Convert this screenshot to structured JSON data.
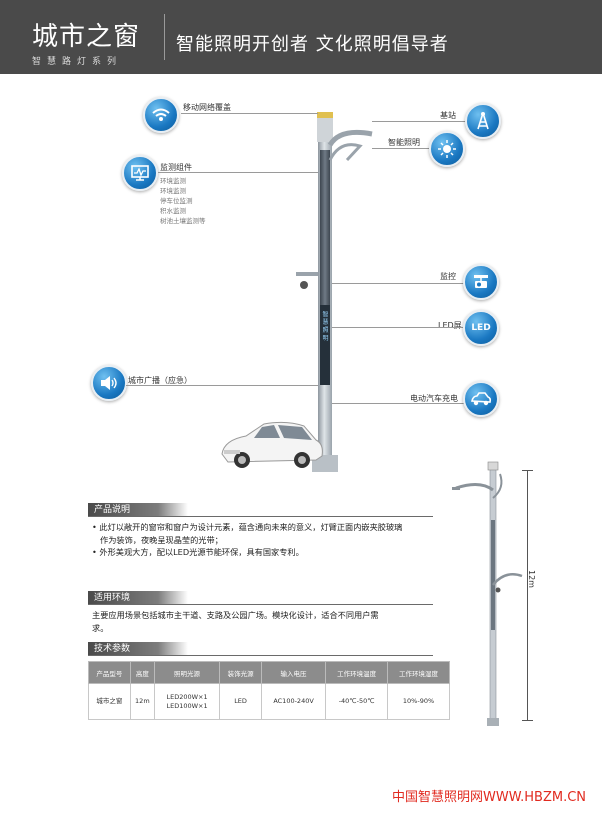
{
  "header": {
    "brand": "城市之窗",
    "series": "智慧路灯系列",
    "slogan": "智能照明开创者 文化照明倡导者"
  },
  "features": {
    "mobile": {
      "label": "移动网络覆盖",
      "icon": "wifi-icon"
    },
    "base_station": {
      "label": "基站",
      "icon": "tower-icon"
    },
    "smart_lighting": {
      "label": "智能照明",
      "icon": "sun-icon"
    },
    "monitoring": {
      "label": "监测组件",
      "icon": "monitor-icon",
      "items": [
        "环境监测",
        "环境监测",
        "停车位监测",
        "积水监测",
        "树池土壤监测等"
      ]
    },
    "camera": {
      "label": "监控",
      "icon": "camera-icon"
    },
    "led": {
      "label": "LED屏",
      "icon": "led-icon",
      "glyph": "LED"
    },
    "broadcast": {
      "label": "城市广播（应急）",
      "icon": "speaker-icon"
    },
    "ev_charging": {
      "label": "电动汽车充电",
      "icon": "car-icon"
    }
  },
  "pole_screen": {
    "text": "智 慧 照 明"
  },
  "product": {
    "title": "产品说明",
    "lines": [
      "• 此灯以敞开的窗帘和窗户为设计元素，蕴含通向未来的意义，灯臂正面内嵌夹胶玻璃",
      "作为装饰，夜晚呈现晶莹的光带；",
      "• 外形美观大方，配以LED光源节能环保，具有国家专利。"
    ]
  },
  "environment": {
    "title": "适用环境",
    "lines": [
      "主要应用场景包括城市主干道、支路及公园广场。模块化设计，适合不同用户需",
      "求。"
    ]
  },
  "specs": {
    "title": "技术参数",
    "headers": [
      "产品型号",
      "高度",
      "照明光源",
      "装饰光源",
      "输入电压",
      "工作环境温度",
      "工作环境湿度"
    ],
    "row": {
      "model": "城市之窗",
      "height": "12m",
      "light_a": "LED200W×1",
      "light_b": "LED100W×1",
      "deco": "LED",
      "voltage": "AC100-240V",
      "temp": "-40℃-50℃",
      "humidity": "10%-90%"
    }
  },
  "dimension": {
    "height_label": "12m"
  },
  "footer": {
    "text": "中国智慧照明网WWW.HBZM.CN"
  },
  "colors": {
    "header_bg": "#4a4a4a",
    "icon_blue": "#1a78c2",
    "footer_red": "#e12a1f"
  }
}
